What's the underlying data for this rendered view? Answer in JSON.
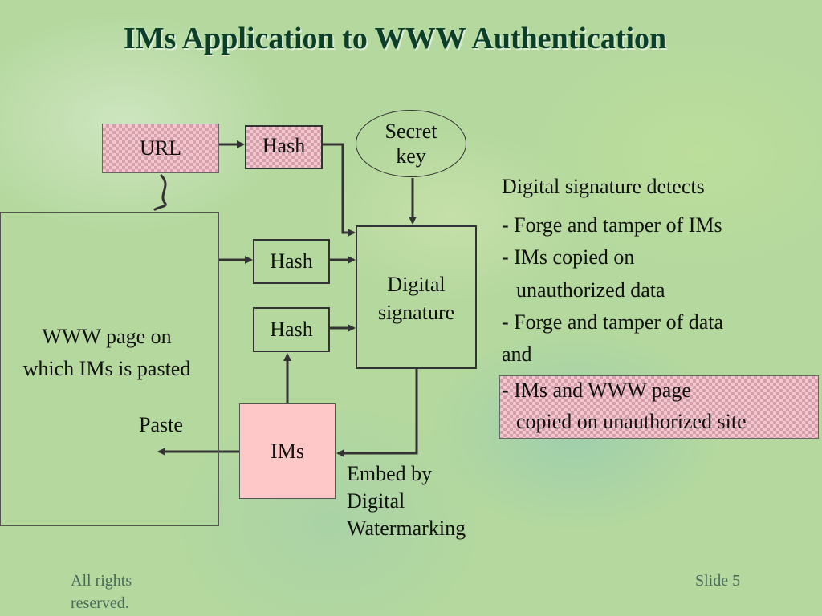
{
  "slide": {
    "title": "IMs Application to WWW Authentication",
    "footer_left_line1": "All rights",
    "footer_left_line2": "reserved.",
    "footer_right": "Slide 5"
  },
  "diagram": {
    "url": "URL",
    "hash_top": "Hash",
    "hash_mid": "Hash",
    "hash_low": "Hash",
    "secret_key_line1": "Secret",
    "secret_key_line2": "key",
    "digital_signature_line1": "Digital",
    "digital_signature_line2": "signature",
    "www_page_line1": "WWW page on",
    "www_page_line2": "which IMs is pasted",
    "paste": "Paste",
    "ims": "IMs",
    "embed_line1": "Embed by",
    "embed_line2": "Digital",
    "embed_line3": "Watermarking"
  },
  "detects": {
    "heading": "Digital signature detects",
    "item1": "- Forge and tamper of IMs",
    "item2_line1": "- IMs copied on",
    "item2_line2": "unauthorized data",
    "item3_line1": "- Forge and tamper of data",
    "item3_line2": "and",
    "item4_line1": "- IMs and WWW page",
    "item4_line2": "copied on unauthorized site"
  },
  "colors": {
    "background": "#b4d89e",
    "title": "#0b3f2a",
    "ims_box": "#ffc8c8",
    "checker_pink": "#f3c7cf"
  }
}
